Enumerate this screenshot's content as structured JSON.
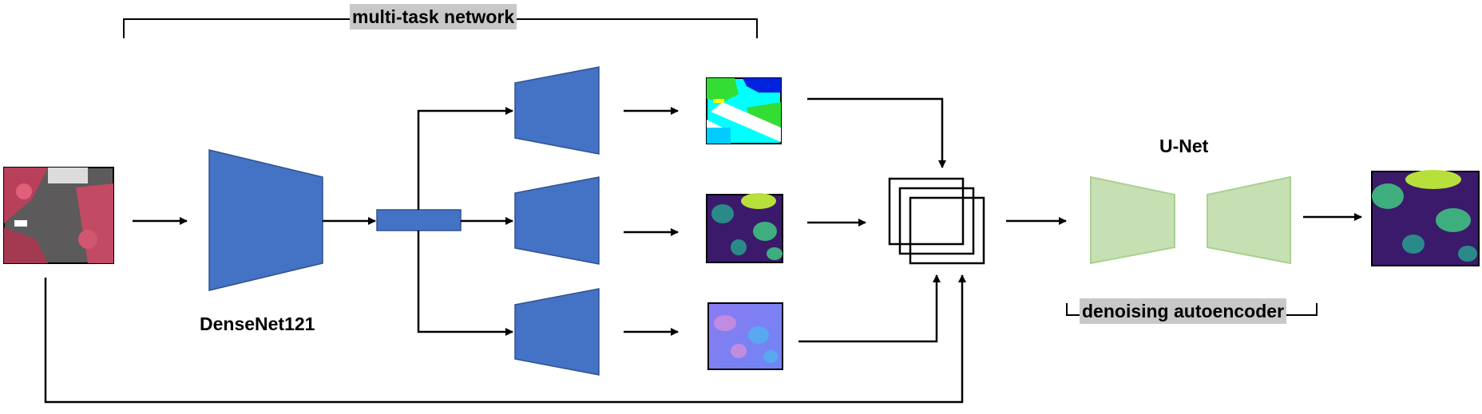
{
  "labels": {
    "multitask": "multi-task network",
    "densenet": "DenseNet121",
    "unet": "U-Net",
    "dae": "denoising autoencoder"
  },
  "colors": {
    "encoder_blue": "#4472C4",
    "encoder_stroke": "#2F528F",
    "unet_green": "#C6E0B4",
    "unet_stroke": "#A9D18E",
    "label_bg": "#c8c8c8"
  }
}
